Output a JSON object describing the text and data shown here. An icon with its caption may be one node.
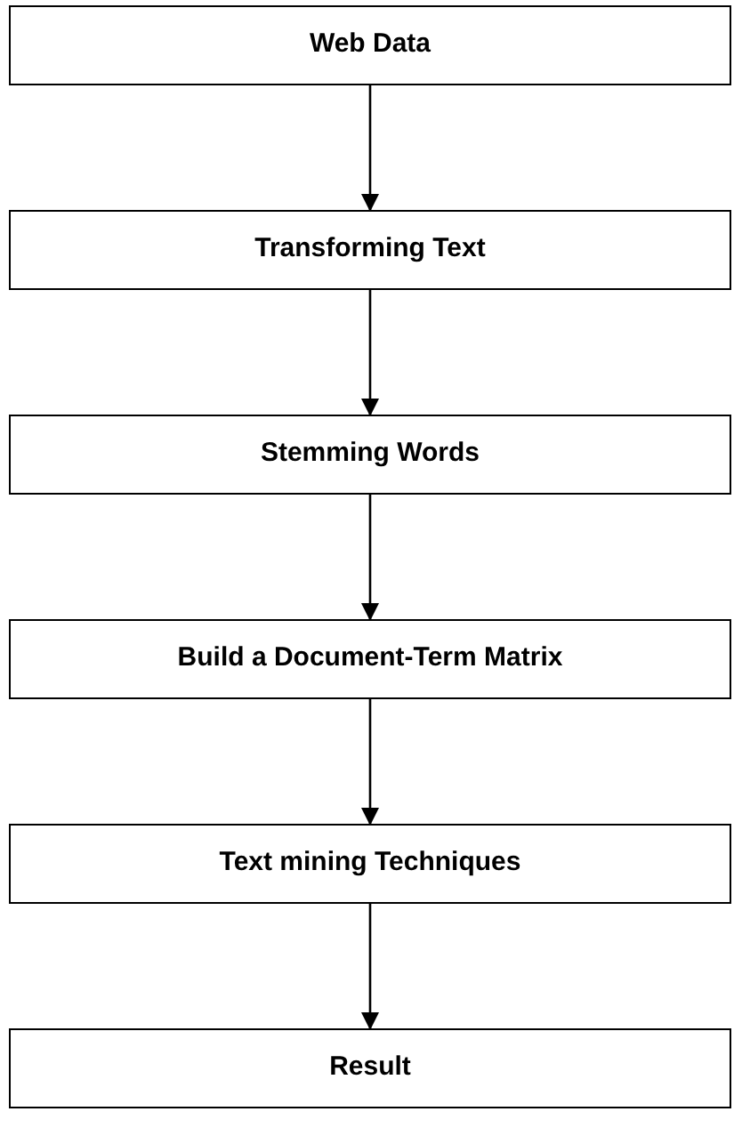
{
  "diagram": {
    "nodes": [
      {
        "text": [
          "Web Data"
        ]
      },
      {
        "text": [
          "Transforming Text"
        ]
      },
      {
        "text": [
          "Stemming Words"
        ]
      },
      {
        "text": [
          "Build a Document-Term Matrix"
        ]
      },
      {
        "text": [
          "Text mining Techniques"
        ]
      },
      {
        "text": [
          "Result"
        ]
      }
    ],
    "edges": [
      {
        "from": 0,
        "to": 1,
        "arrow": "to"
      },
      {
        "from": 1,
        "to": 2,
        "arrow": "to"
      },
      {
        "from": 2,
        "to": 3,
        "arrow": "to"
      },
      {
        "from": 3,
        "to": 4,
        "arrow": "to"
      },
      {
        "from": 4,
        "to": 5,
        "arrow": "to"
      }
    ]
  }
}
